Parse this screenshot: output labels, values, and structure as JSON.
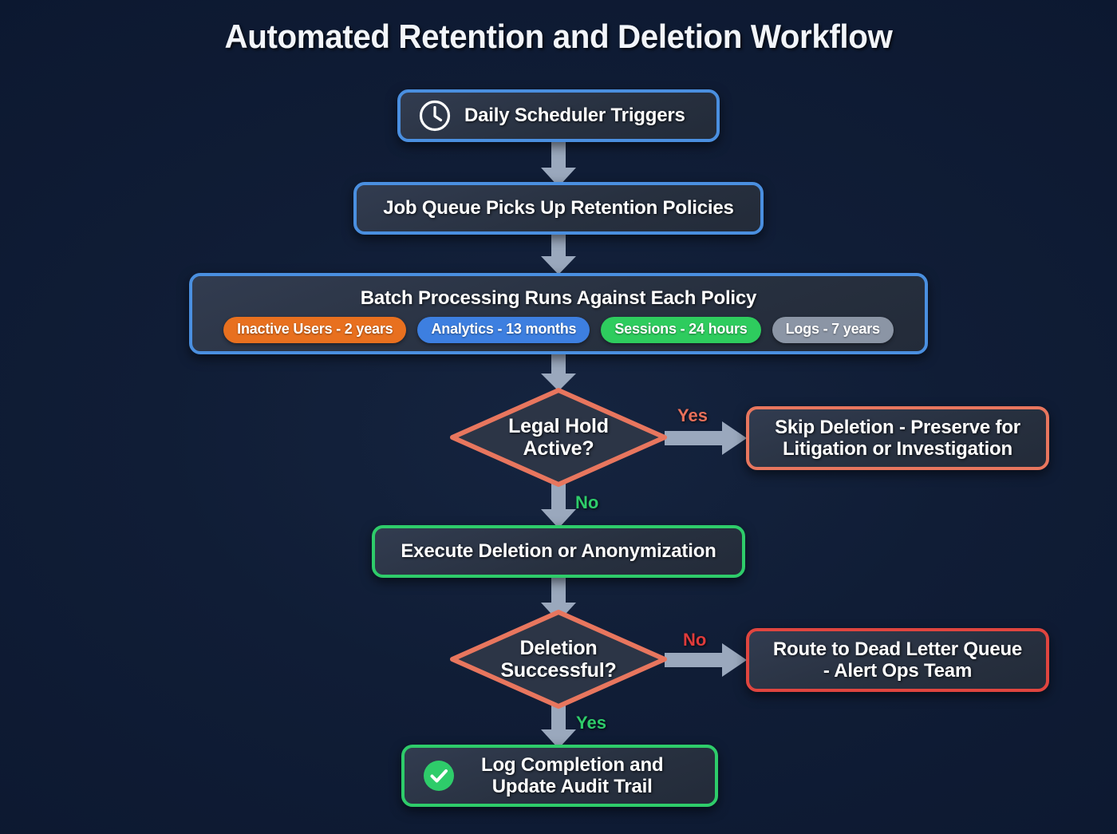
{
  "title": "Automated Retention and Deletion Workflow",
  "theme": {
    "background": "#0e1b33",
    "node_fill": "#2b3445",
    "blue": "#4a8fe0",
    "green": "#2ecc6a",
    "coral": "#e8765e",
    "red": "#e0453f",
    "arrow": "#9aa8bd",
    "text": "#ffffff"
  },
  "nodes": {
    "scheduler": {
      "label": "Daily Scheduler Triggers",
      "icon": "clock-icon",
      "border_color": "#4a8fe0",
      "shape": "rounded-rect"
    },
    "job_queue": {
      "label": "Job Queue Picks Up Retention Policies",
      "border_color": "#4a8fe0",
      "shape": "rounded-rect"
    },
    "batch": {
      "label": "Batch Processing Runs Against Each Policy",
      "border_color": "#4a8fe0",
      "shape": "rounded-rect",
      "badges": [
        {
          "label": "Inactive Users - 2 years",
          "color": "#e8701f"
        },
        {
          "label": "Analytics - 13 months",
          "color": "#3d7fe0"
        },
        {
          "label": "Sessions - 24 hours",
          "color": "#2ecc5e"
        },
        {
          "label": "Logs - 7 years",
          "color": "#8b95a5"
        }
      ]
    },
    "legal_hold": {
      "label_line1": "Legal Hold",
      "label_line2": "Active?",
      "border_color": "#e8765e",
      "shape": "diamond"
    },
    "skip_deletion": {
      "label_line1": "Skip Deletion - Preserve for",
      "label_line2": "Litigation or Investigation",
      "border_color": "#e8765e",
      "shape": "rounded-rect"
    },
    "execute": {
      "label": "Execute Deletion or Anonymization",
      "border_color": "#2ecc6a",
      "shape": "rounded-rect"
    },
    "deletion_ok": {
      "label_line1": "Deletion",
      "label_line2": "Successful?",
      "border_color": "#e8765e",
      "shape": "diamond"
    },
    "dead_letter": {
      "label_line1": "Route to Dead Letter Queue",
      "label_line2": "- Alert Ops Team",
      "border_color": "#e0453f",
      "shape": "rounded-rect"
    },
    "log_completion": {
      "label_line1": "Log Completion and",
      "label_line2": "Update Audit Trail",
      "icon": "check-circle-icon",
      "border_color": "#2ecc6a",
      "shape": "rounded-rect"
    }
  },
  "edges": {
    "legal_hold_yes": "Yes",
    "legal_hold_no": "No",
    "deletion_no": "No",
    "deletion_yes": "Yes"
  }
}
